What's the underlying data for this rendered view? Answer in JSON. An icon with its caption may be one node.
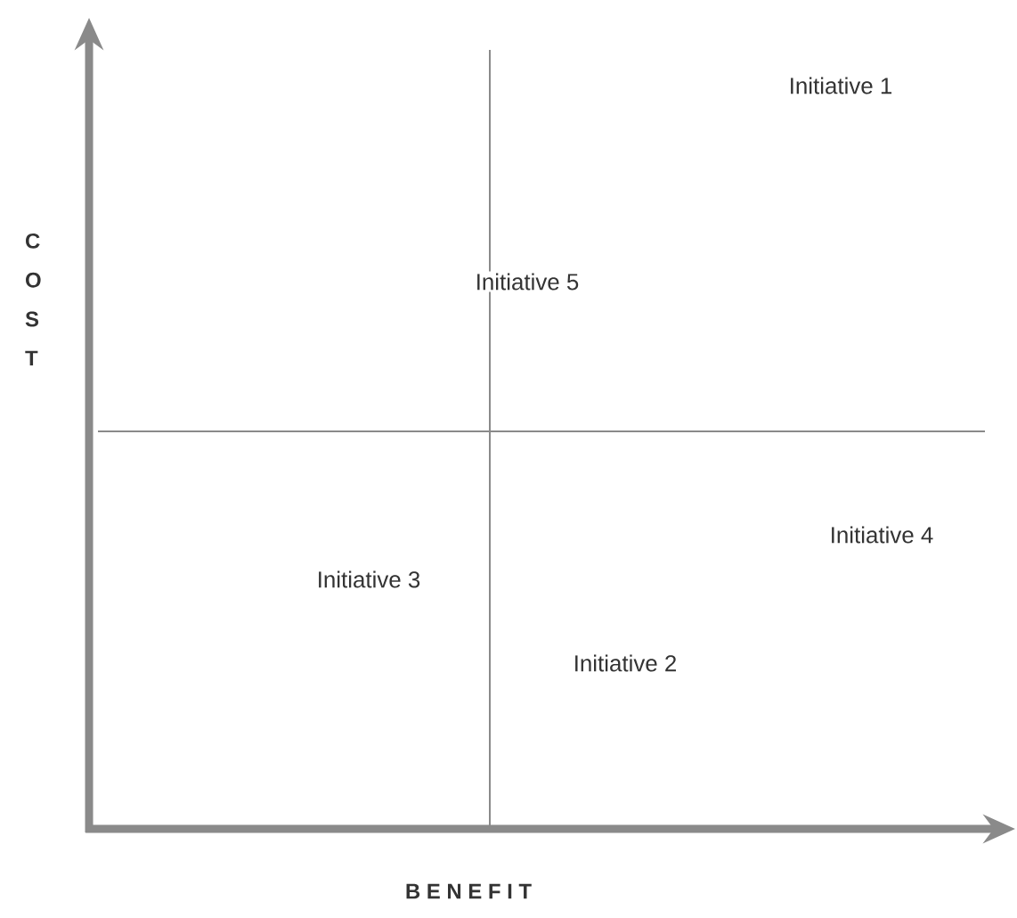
{
  "diagram": {
    "labels": [
      "Initiative 1",
      "C O S T",
      "Initiative 5",
      "Initiative 4",
      "Initiative 3",
      "Initiative 2",
      "B E N E F I T"
    ]
  }
}
